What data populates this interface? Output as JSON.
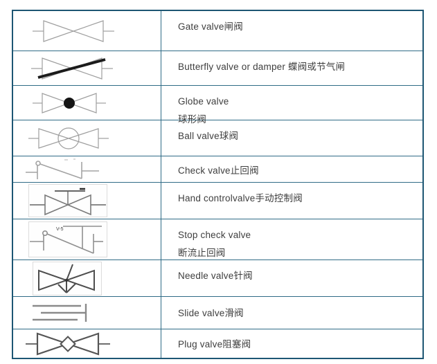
{
  "colors": {
    "table_border": "#1d5673",
    "inner_line": "#2f6b86",
    "text": "#3e3e3e"
  },
  "table": {
    "rows": [
      {
        "symbol": "gate-valve-symbol",
        "name_lines": [
          "Gate valve闸阀"
        ]
      },
      {
        "symbol": "butterfly-valve-symbol",
        "name_lines": [
          "Butterfly valve or damper 蝶阀或节气闸"
        ]
      },
      {
        "symbol": "globe-valve-symbol",
        "name_lines": [
          "Globe valve",
          "球形阀"
        ]
      },
      {
        "symbol": "ball-valve-symbol",
        "name_lines": [
          "Ball valve球阀"
        ]
      },
      {
        "symbol": "check-valve-symbol",
        "name_lines": [
          "Check valve止回阀"
        ]
      },
      {
        "symbol": "hand-control-valve-symbol",
        "name_lines": [
          "Hand controlvalve手动控制阀"
        ]
      },
      {
        "symbol": "stop-check-valve-symbol",
        "name_lines": [
          "Stop check valve",
          "断流止回阀"
        ],
        "tag_label": "V-5"
      },
      {
        "symbol": "needle-valve-symbol",
        "name_lines": [
          "Needle valve针阀"
        ]
      },
      {
        "symbol": "slide-valve-symbol",
        "name_lines": [
          "Slide valve滑阀"
        ]
      },
      {
        "symbol": "plug-valve-symbol",
        "name_lines": [
          "Plug valve阻塞阀"
        ]
      }
    ]
  }
}
